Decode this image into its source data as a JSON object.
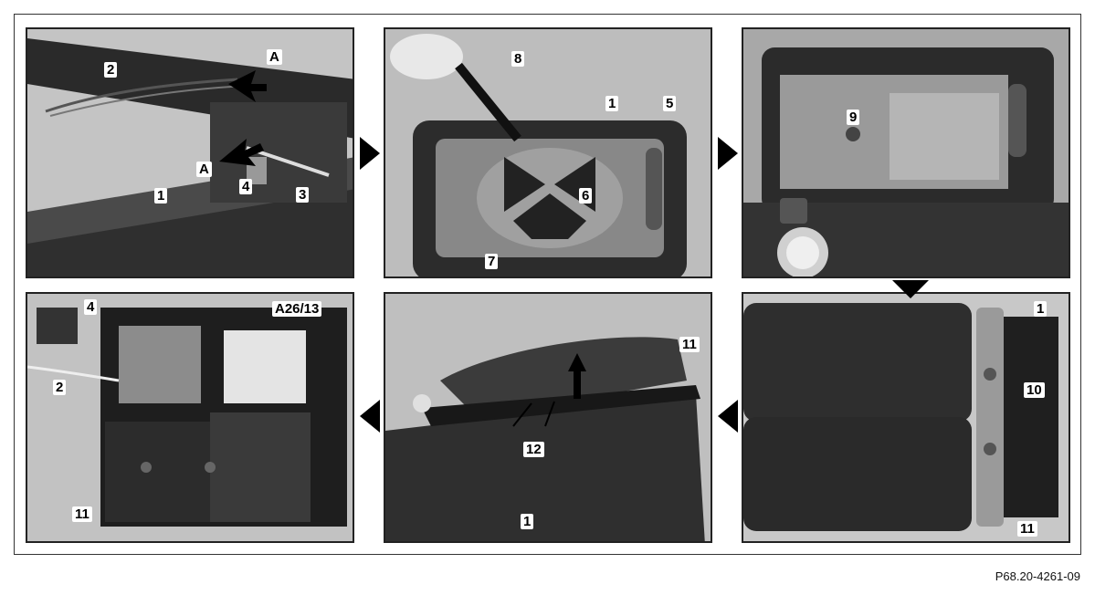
{
  "figure_ref": "P68.20-4261-09",
  "panels": [
    {
      "labels": [
        "A",
        "2",
        "A",
        "4",
        "3",
        "1"
      ]
    },
    {
      "labels": [
        "8",
        "1",
        "5",
        "6",
        "7"
      ]
    },
    {
      "labels": [
        "9"
      ]
    },
    {
      "labels": [
        "1",
        "10",
        "11"
      ]
    },
    {
      "labels": [
        "11",
        "12",
        "1"
      ]
    },
    {
      "labels": [
        "4",
        "A26/13",
        "2",
        "11"
      ]
    }
  ]
}
